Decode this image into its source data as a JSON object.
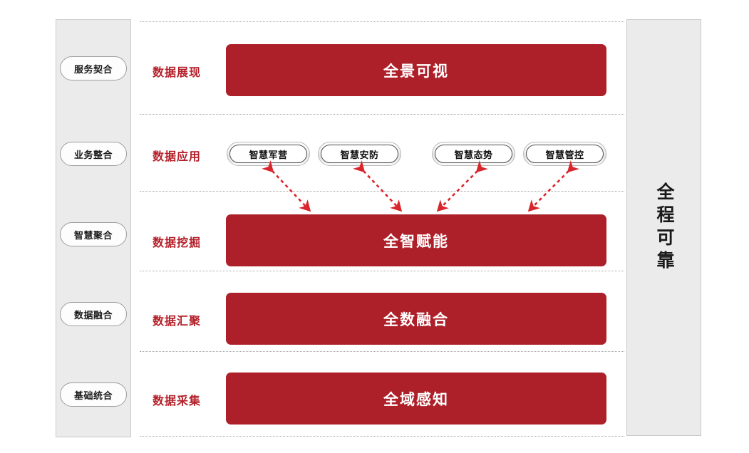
{
  "colors": {
    "accent_red": "#b4202a",
    "bar_red": "#ae2029",
    "panel_grey": "#ebebeb",
    "panel_border": "#c9c9c9",
    "arrow_red": "#d9262c",
    "separator_grey": "#a8a8a8",
    "bar_text": "#ffffff",
    "pill_text": "#111111"
  },
  "left_column": {
    "name": "integration-stages",
    "items": [
      {
        "label": "服务契合"
      },
      {
        "label": "业务整合"
      },
      {
        "label": "智慧聚合"
      },
      {
        "label": "数据融合"
      },
      {
        "label": "基础统合"
      }
    ]
  },
  "right_column": {
    "name": "reliability-banner",
    "label": "全程可靠"
  },
  "rows": [
    {
      "stage_label": "数据展现",
      "bar_label": "全景可视"
    },
    {
      "stage_label": "数据应用",
      "bar_label": null
    },
    {
      "stage_label": "数据挖掘",
      "bar_label": "全智赋能"
    },
    {
      "stage_label": "数据汇聚",
      "bar_label": "全数融合"
    },
    {
      "stage_label": "数据采集",
      "bar_label": "全域感知"
    }
  ],
  "applications": [
    {
      "label": "智慧军营"
    },
    {
      "label": "智慧安防"
    },
    {
      "label": "智慧态势"
    },
    {
      "label": "智慧管控"
    }
  ],
  "connectors": {
    "name": "bidirectional-dashed-arrows",
    "count": 4,
    "style": "dashed double-headed",
    "direction": [
      "up-left/down-right",
      "up-left/down-right",
      "up-right/down-left",
      "up-right/down-left"
    ]
  }
}
